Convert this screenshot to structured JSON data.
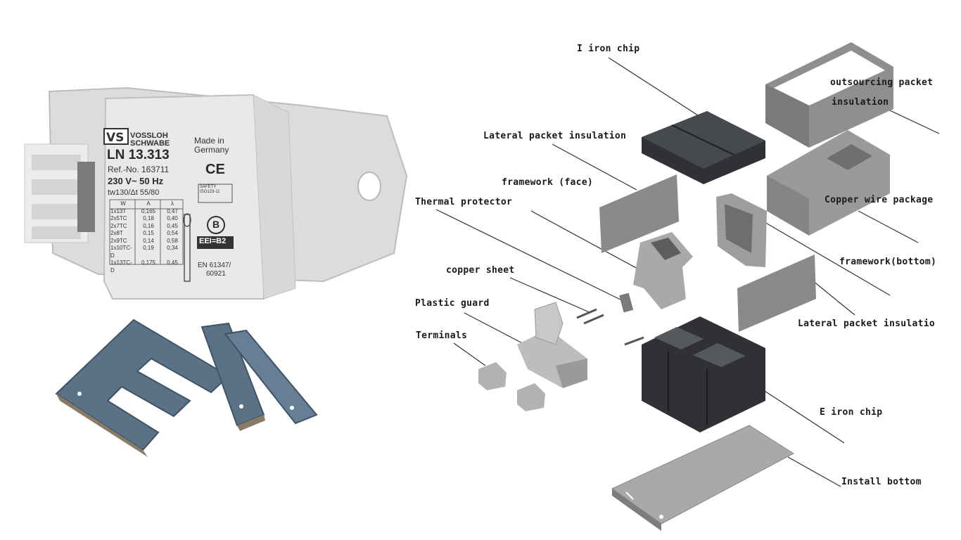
{
  "ballast": {
    "brand_top": "VOSSLOH",
    "brand_bottom": "SCHWABE",
    "model": "LN 13.313",
    "ref": "Ref.-No. 163711",
    "voltage": "230 V~ 50 Hz",
    "temp": "tw130/Δt 55/80",
    "origin_1": "Made in",
    "origin_2": "Germany",
    "ce": "CE",
    "safety_1": "SAFETY",
    "safety_2": "ISO123-11",
    "class_mark": "B",
    "eei": "EEI=B2",
    "standard_1": "EN 61347/",
    "standard_2": "60921",
    "table": {
      "headers": [
        "W",
        "A",
        "λ"
      ],
      "rows": [
        [
          "1x13T",
          "0,165",
          "0,47"
        ],
        [
          "2x5TC",
          "0,18",
          "0,40"
        ],
        [
          "2x7TC",
          "0,16",
          "0,45"
        ],
        [
          "2x8T",
          "0,15",
          "0,54"
        ],
        [
          "2x9TC",
          "0,14",
          "0,58"
        ],
        [
          "1x10TC-D",
          "0,19",
          "0,34"
        ],
        [
          "1x13TC-D",
          "0,175",
          "0,45"
        ]
      ]
    }
  },
  "labels": {
    "i_iron_chip": "I iron chip",
    "outsourcing_1": "outsourcing packet",
    "outsourcing_2": "insulation",
    "lateral_top": "Lateral packet insulation",
    "framework_face": "framework (face)",
    "thermal": "Thermal protector",
    "copper_wire": "Copper wire package",
    "framework_bottom": "framework(bottom)",
    "copper_sheet": "copper sheet",
    "plastic_guard": "Plastic guard",
    "terminals": "Terminals",
    "lateral_bottom": "Lateral packet insulatio",
    "e_iron_chip": "E iron chip",
    "install_bottom": "Install bottom"
  },
  "colors": {
    "iron_dark": "#2f3134",
    "insulation_gray": "#8f8f8f",
    "plastic_light": "#bdbdbd",
    "laminate_blue": "#5a7186"
  }
}
